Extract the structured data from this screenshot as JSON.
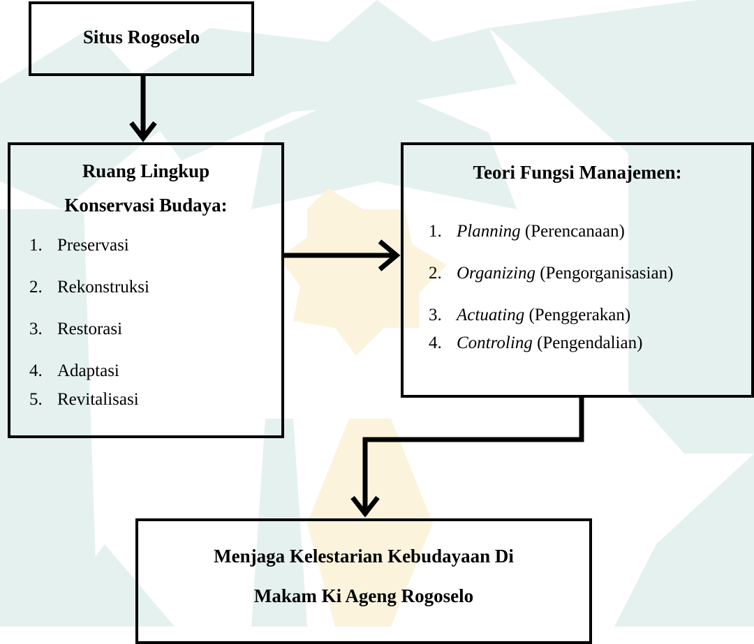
{
  "situs": {
    "title": "Situs Rogoselo"
  },
  "ruang": {
    "title_line1": "Ruang Lingkup",
    "title_line2": "Konservasi Budaya:",
    "items": [
      {
        "num": "1.",
        "label": "Preservasi"
      },
      {
        "num": "2.",
        "label": "Rekonstruksi"
      },
      {
        "num": "3.",
        "label": "Restorasi"
      },
      {
        "num": "4.",
        "label": "Adaptasi"
      },
      {
        "num": "5.",
        "label": "Revitalisasi"
      }
    ]
  },
  "teori": {
    "title": "Teori Fungsi Manajemen:",
    "items": [
      {
        "num": "1.",
        "term": "Planning",
        "gloss": " (Perencanaan)"
      },
      {
        "num": "2.",
        "term": "Organizing",
        "gloss": " (Pengorganisasian)"
      },
      {
        "num": "3.",
        "term": "Actuating",
        "gloss": " (Penggerakan)"
      },
      {
        "num": "4.",
        "term": "Controling",
        "gloss": " (Pengendalian)"
      }
    ]
  },
  "menjaga": {
    "title_line1": "Menjaga Kelestarian Kebudayaan Di",
    "title_line2": "Makam Ki Ageng Rogoselo"
  },
  "colors": {
    "line": "#000000",
    "watermark_teal": "#e4f1ef",
    "watermark_gold": "#fbf3dc"
  }
}
